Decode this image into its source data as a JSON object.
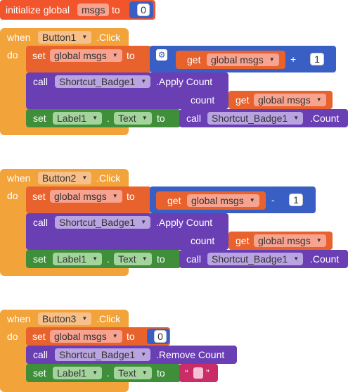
{
  "global_var": {
    "keyword": "initialize global",
    "name": "msgs",
    "to": "to",
    "value": "0"
  },
  "events": [
    {
      "when": "when",
      "component": "Button1",
      "event": ".Click",
      "do": "do",
      "set1": {
        "set": "set",
        "target": "global msgs",
        "to": "to",
        "get": "get",
        "get_var": "global msgs",
        "op": "+",
        "num": "1"
      },
      "call": {
        "call": "call",
        "component": "Shortcut_Badge1",
        "method": ".Apply Count",
        "param": "count",
        "get": "get",
        "get_var": "global msgs"
      },
      "set2": {
        "set": "set",
        "component": "Label1",
        "dot": ".",
        "prop": "Text",
        "to": "to",
        "call": "call",
        "call_component": "Shortcut_Badge1",
        "call_method": ".Count"
      }
    },
    {
      "when": "when",
      "component": "Button2",
      "event": ".Click",
      "do": "do",
      "set1": {
        "set": "set",
        "target": "global msgs",
        "to": "to",
        "get": "get",
        "get_var": "global msgs",
        "op": "-",
        "num": "1"
      },
      "call": {
        "call": "call",
        "component": "Shortcut_Badge1",
        "method": ".Apply Count",
        "param": "count",
        "get": "get",
        "get_var": "global msgs"
      },
      "set2": {
        "set": "set",
        "component": "Label1",
        "dot": ".",
        "prop": "Text",
        "to": "to",
        "call": "call",
        "call_component": "Shortcut_Badge1",
        "call_method": ".Count"
      }
    },
    {
      "when": "when",
      "component": "Button3",
      "event": ".Click",
      "do": "do",
      "set1": {
        "set": "set",
        "target": "global msgs",
        "to": "to",
        "num": "0"
      },
      "call": {
        "call": "call",
        "component": "Shortcut_Badge1",
        "method": ".Remove Count"
      },
      "set2": {
        "set": "set",
        "component": "Label1",
        "dot": ".",
        "prop": "Text",
        "to": "to",
        "quote_open": "“",
        "quote_close": "”"
      }
    }
  ],
  "icons": {
    "dropdown": "▼",
    "gear": "⚙"
  }
}
